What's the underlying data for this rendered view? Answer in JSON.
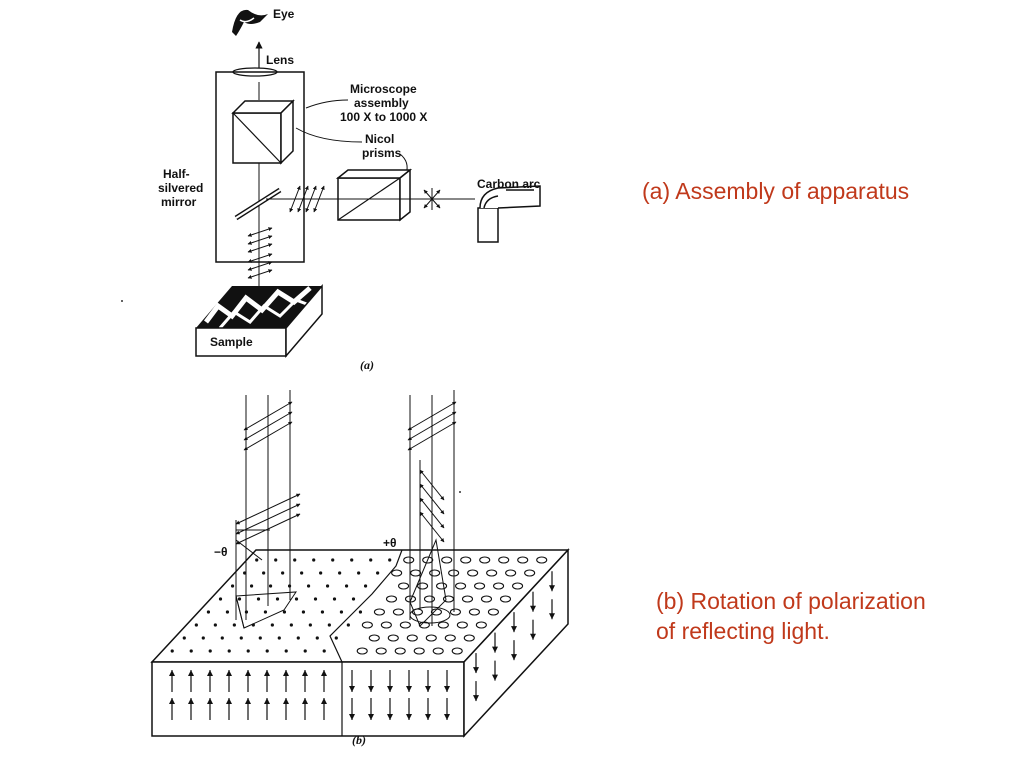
{
  "diagram_a": {
    "labels": {
      "eye": "Eye",
      "lens": "Lens",
      "microscope_line1": "Microscope",
      "microscope_line2": "assembly",
      "microscope_line3": "100 X to 1000 X",
      "nicol_line1": "Nicol",
      "nicol_line2": "prisms",
      "carbon_arc": "Carbon arc",
      "half_line1": "Half-",
      "half_line2": "silvered",
      "half_line3": "mirror",
      "sample": "Sample",
      "panel": "(a)"
    }
  },
  "diagram_b": {
    "labels": {
      "minus_theta": "−θ",
      "plus_theta": "+θ",
      "panel": "(b)"
    }
  },
  "captions": {
    "a": "(a)  Assembly of apparatus",
    "b_line1": "(b) Rotation of polarization",
    "b_line2": "of reflecting light."
  }
}
